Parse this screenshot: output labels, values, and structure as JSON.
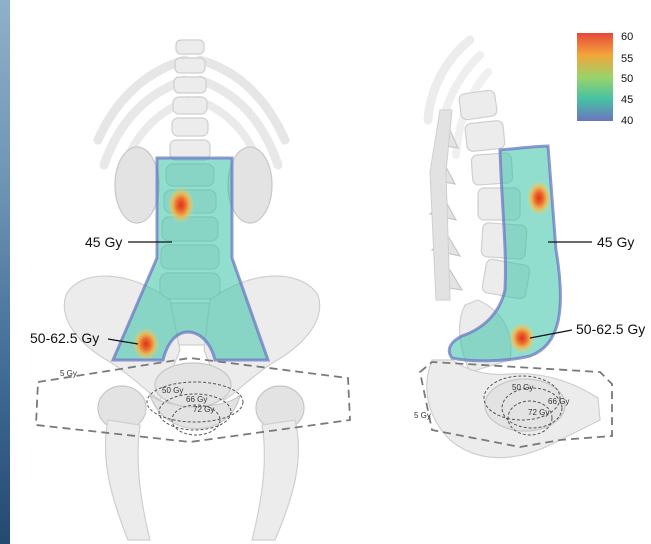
{
  "colorbar": {
    "ticks": [
      "60",
      "55",
      "50",
      "45",
      "40"
    ],
    "colors": [
      "#e8483a",
      "#f3a53a",
      "#9ad46a",
      "#46c2a2",
      "#6d74c0"
    ]
  },
  "front_view": {
    "label_45": "45 Gy",
    "label_boost": "50-62.5 Gy",
    "dose_5": "5 Gy",
    "dose_50": "50 Gy",
    "dose_66": "66 Gy",
    "dose_72": "72 Gy"
  },
  "side_view": {
    "label_45": "45 Gy",
    "label_boost": "50-62.5 Gy",
    "dose_5": "5 Gy",
    "dose_50": "50 Gy",
    "dose_66": "66 Gy",
    "dose_72": "72 Gy"
  },
  "colors": {
    "field_fill": "#38c3a6",
    "field_edge": "#6b78c4",
    "hotspot_core": "#e8483a",
    "bone": "#ececec"
  }
}
